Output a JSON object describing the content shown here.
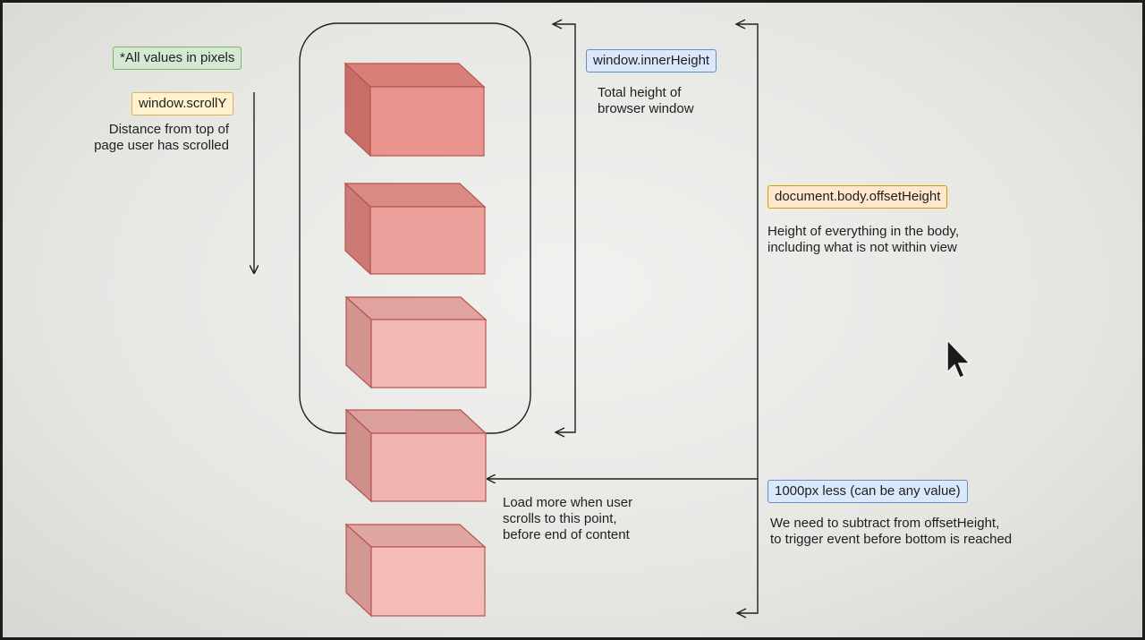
{
  "notes": {
    "all_values": "*All values in pixels",
    "scroll_label": "window.scrollY",
    "scroll_desc_1": "Distance from top of",
    "scroll_desc_2": "page user has scrolled",
    "inner_label": "window.innerHeight",
    "inner_desc_1": "Total height of",
    "inner_desc_2": "browser window",
    "offset_label": "document.body.offsetHeight",
    "offset_desc_1": "Height of everything in the body,",
    "offset_desc_2": "including what is not within view",
    "load_desc_1": "Load more when user",
    "load_desc_2": "scrolls to this point,",
    "load_desc_3": "before end of content",
    "less_label": "1000px less (can be any value)",
    "less_desc_1": "We need to subtract from offsetHeight,",
    "less_desc_2": "to trigger event before bottom is reached"
  },
  "colors": {
    "green_fill": "#d5e8d4",
    "yellow_fill": "#fff2cc",
    "blue_fill": "#dae8fc",
    "orange_fill": "#ffe6cc",
    "box_fill": "#e8938d",
    "box_stroke": "#b85450"
  },
  "icons": [
    "mouse-pointer-icon"
  ]
}
